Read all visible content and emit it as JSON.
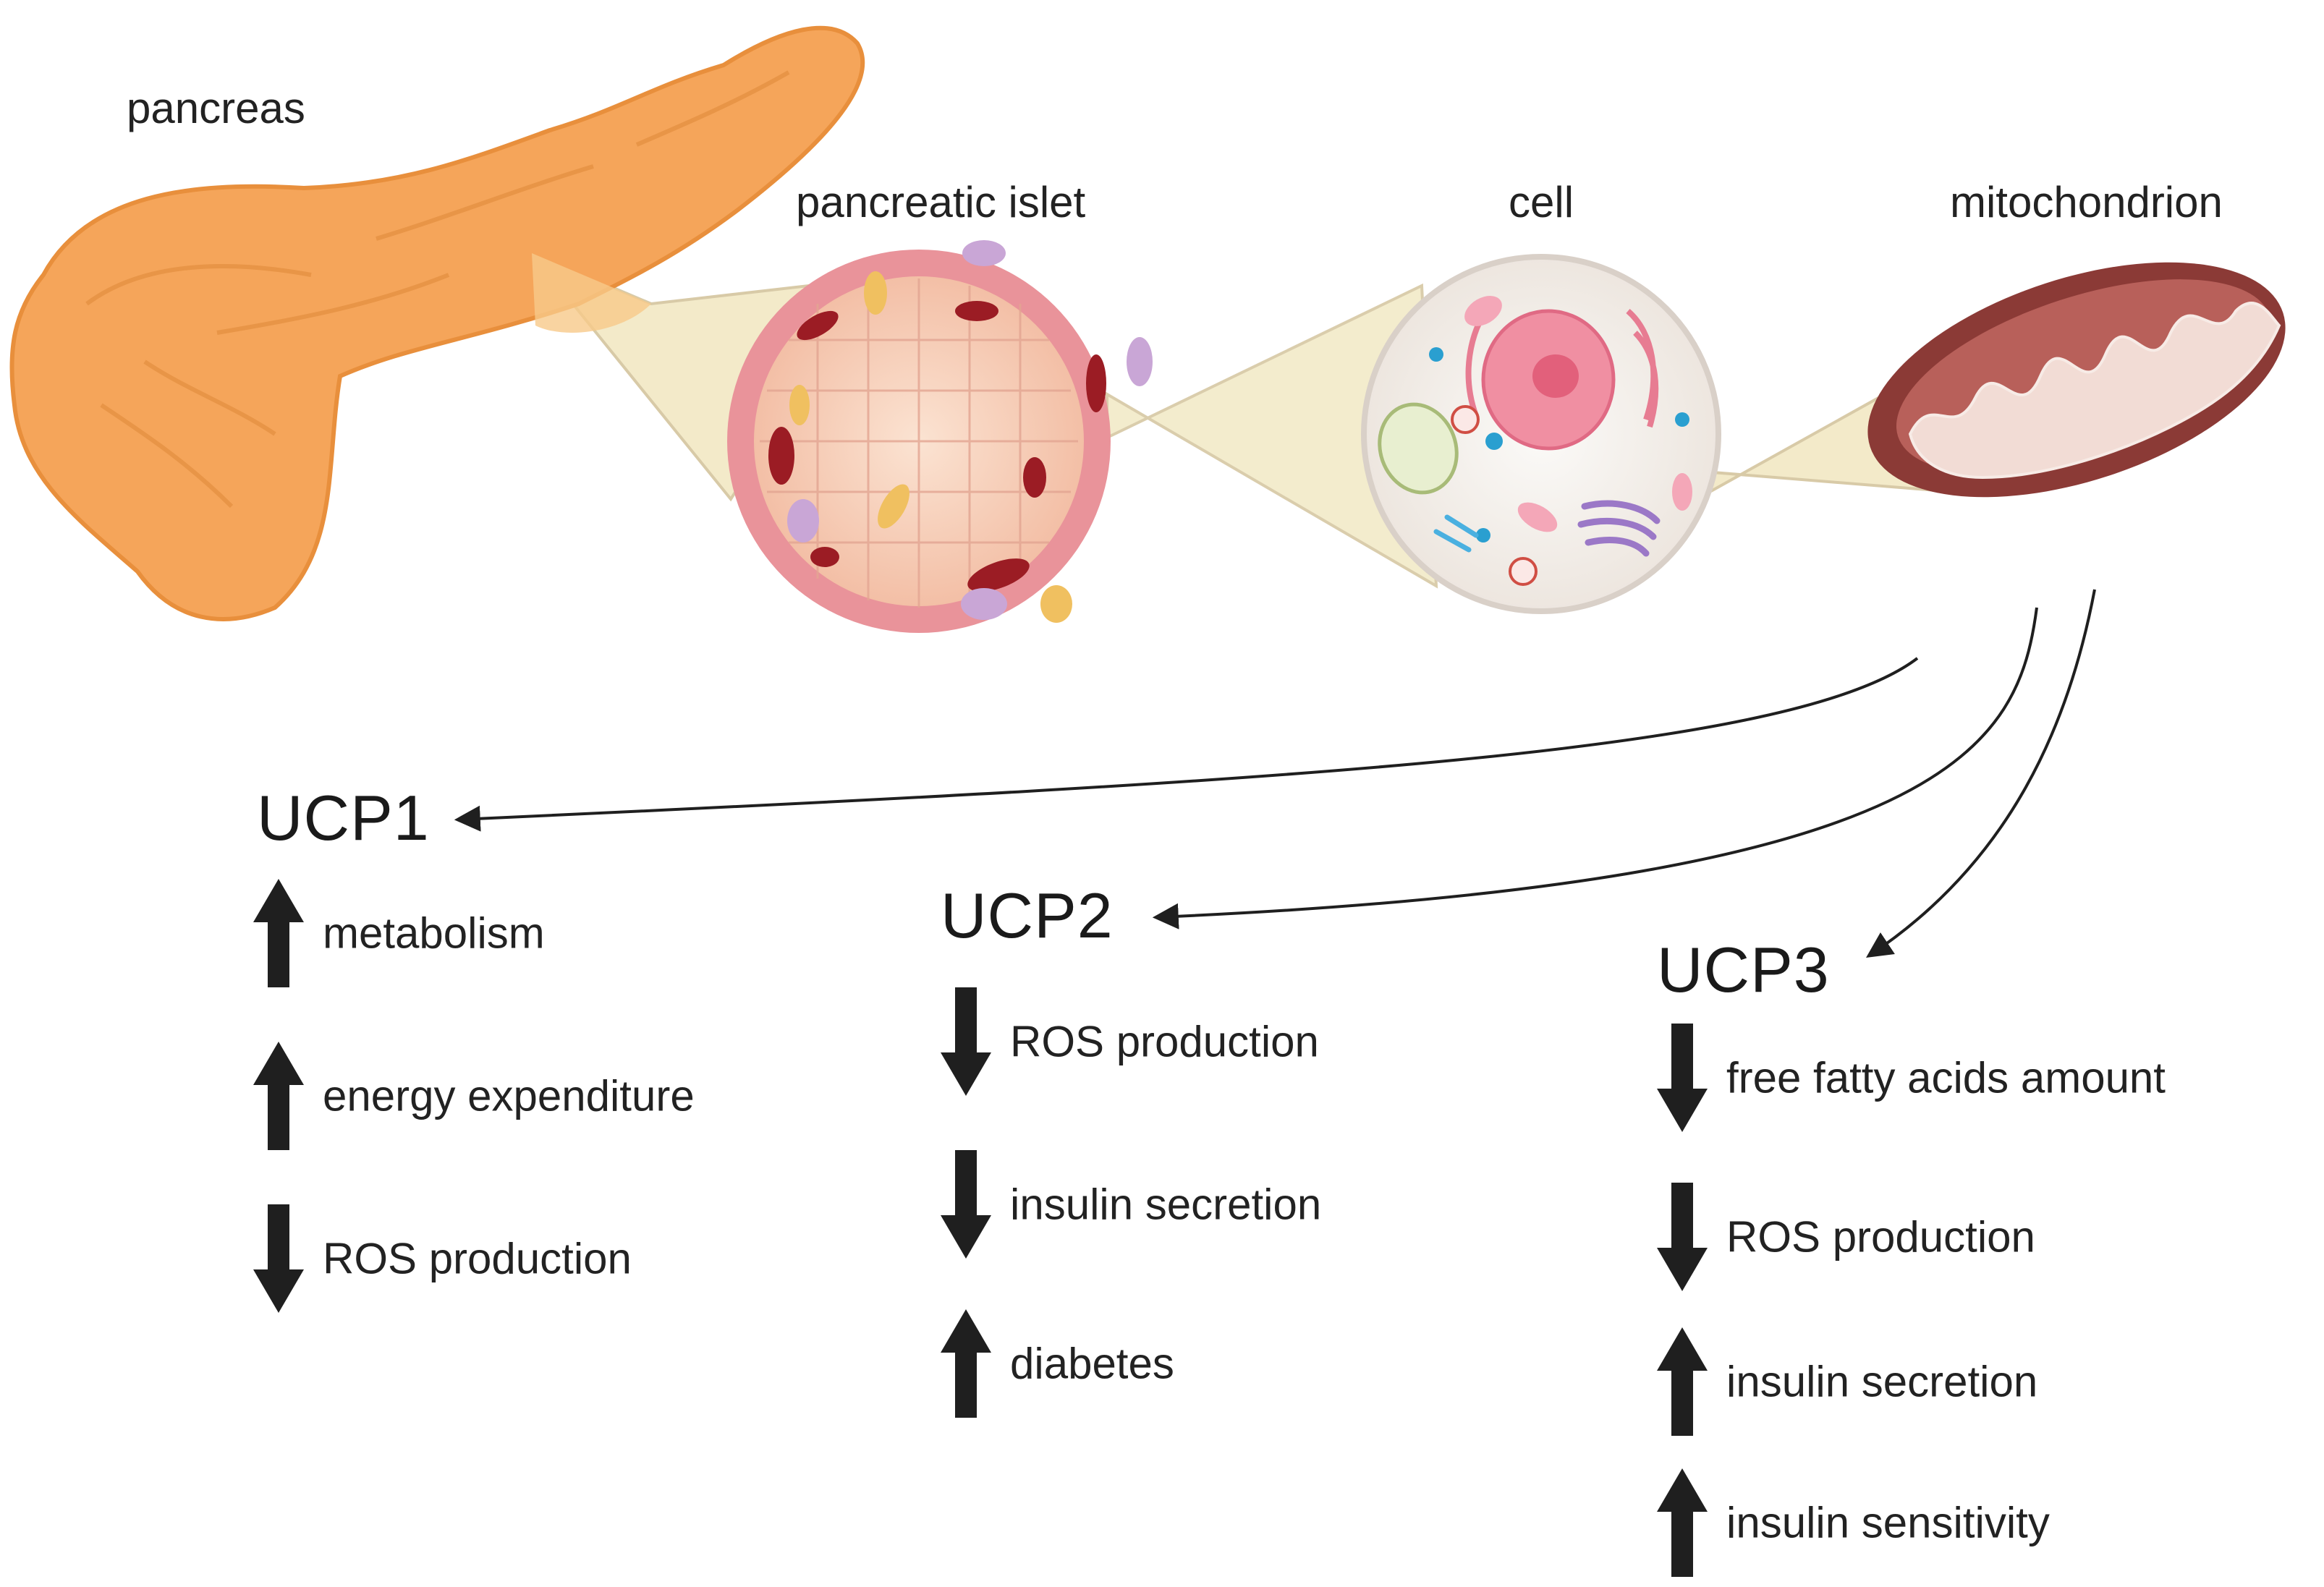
{
  "labels": {
    "pancreas": "pancreas",
    "islet": "pancreatic islet",
    "cell": "cell",
    "mitochondrion": "mitochondrion"
  },
  "ucp1": {
    "title": "UCP1",
    "effects": [
      {
        "direction": "up",
        "text": "metabolism"
      },
      {
        "direction": "up",
        "text": "energy expenditure"
      },
      {
        "direction": "down",
        "text": "ROS production"
      }
    ]
  },
  "ucp2": {
    "title": "UCP2",
    "effects": [
      {
        "direction": "down",
        "text": "ROS production"
      },
      {
        "direction": "down",
        "text": "insulin secretion"
      },
      {
        "direction": "up",
        "text": "diabetes"
      }
    ]
  },
  "ucp3": {
    "title": "UCP3",
    "effects": [
      {
        "direction": "down",
        "text": "free fatty acids amount"
      },
      {
        "direction": "down",
        "text": "ROS production"
      },
      {
        "direction": "up",
        "text": "insulin secretion"
      },
      {
        "direction": "up",
        "text": "insulin sensitivity"
      }
    ]
  },
  "colors": {
    "pancreas": "#f5a55a",
    "islet": "#f6c9b0",
    "cell_membrane": "#e8e2dc",
    "mitochondrion": "#8b3a36",
    "zoom_cone": "#efe4b8",
    "arrow": "#1f1f1f"
  }
}
